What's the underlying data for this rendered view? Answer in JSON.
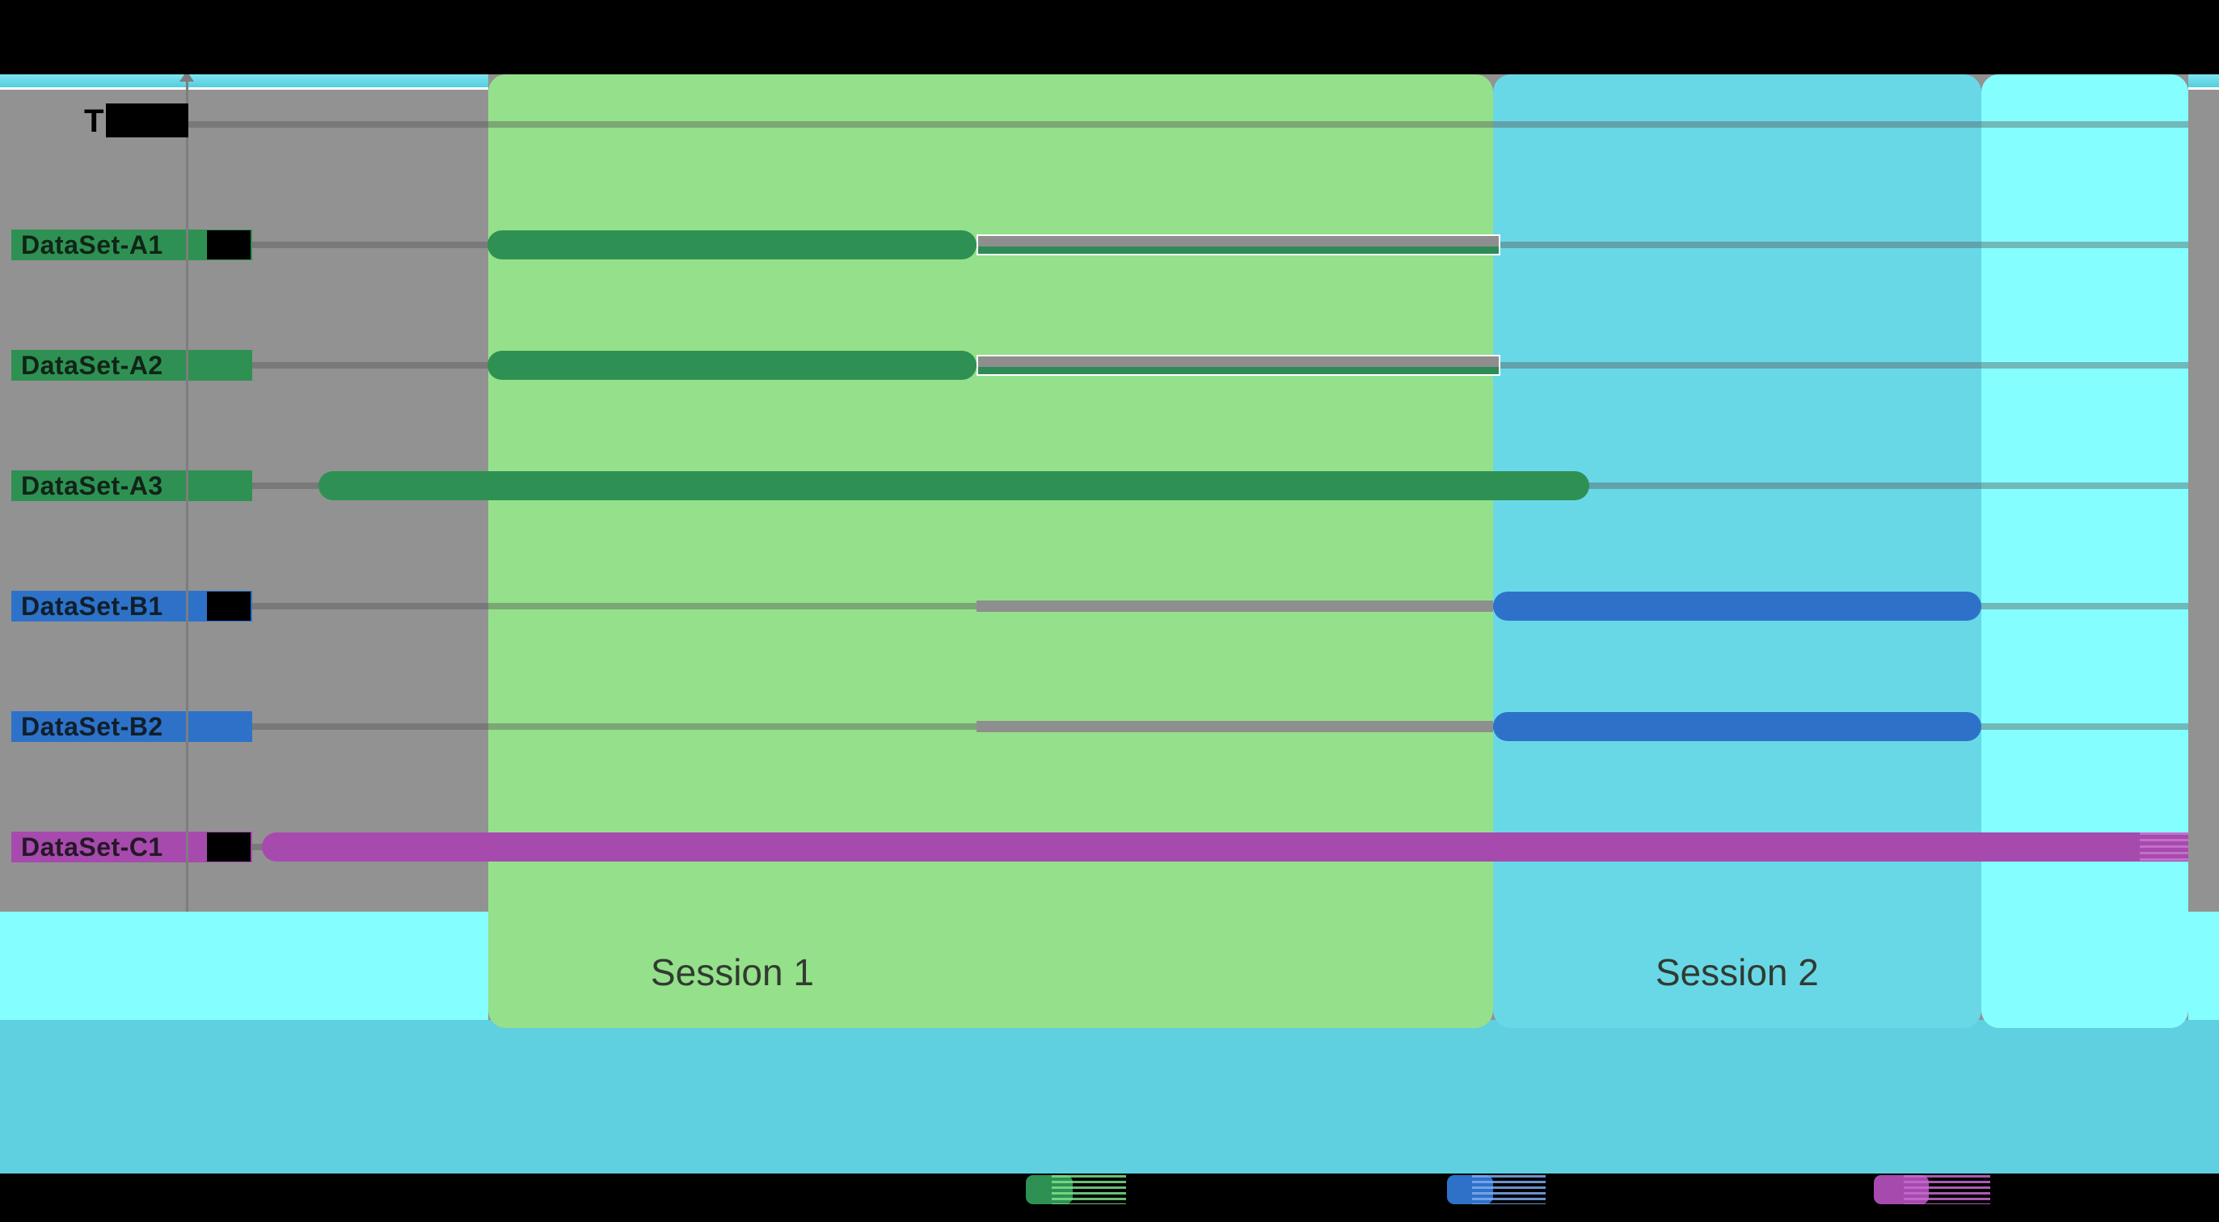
{
  "figure": {
    "title_visible_text": "T",
    "title_note": "axis/chart title mostly covered by black redaction box; only leading 'T' visible",
    "colors": {
      "background_gray": "#929292",
      "black_bar": "#000000",
      "top_strip_cyan": "#6adce8",
      "white_line": "#ffffff",
      "session1_band_green": "#95e08a",
      "session2_band_turquoise": "#68d8e7",
      "cyan_band": "#84feff",
      "bottom_band": "#5fd0e0",
      "bar_green": "#2e9153",
      "bar_blue": "#2d72c8",
      "bar_purple": "#a64aae",
      "trail_gray": "#8e8e8e",
      "gridline": "rgba(88,88,88,0.42)",
      "label_text": "rgba(10,14,10,0.82)",
      "session_label_text": "#313b31"
    }
  },
  "chart_data": {
    "type": "bar",
    "subtype": "horizontal gantt timeline",
    "title_visible": "T",
    "x_axis": {
      "label_visible": false,
      "ticks_visible": false,
      "range_pct": [
        0,
        100
      ]
    },
    "y_categories": [
      "(redacted header)",
      "DataSet-A1",
      "DataSet-A2",
      "DataSet-A3",
      "DataSet-B1",
      "DataSet-B2",
      "DataSet-C1"
    ],
    "grid": true,
    "legend_position": "bottom (labels redacted, swatches only: green, blue, purple)",
    "sessions": [
      {
        "name": "Session 1",
        "start_pct": 15.03,
        "end_pct": 65.25,
        "color_key": "session1_band_green",
        "label_center_pct": 27.23
      },
      {
        "name": "Session 2",
        "start_pct": 65.25,
        "end_pct": 89.66,
        "color_key": "session2_band_turquoise",
        "label_center_pct": 77.45
      },
      {
        "name": "",
        "start_pct": 89.66,
        "end_pct": 100,
        "color_key": "cyan_band",
        "label_center_pct": null
      }
    ],
    "tasks": [
      {
        "name": "DataSet-A1",
        "row": 1,
        "start_pct": 14.99,
        "end_pct": 39.43,
        "color_key": "bar_green",
        "tail_redacted": true,
        "clipped_right": false,
        "trail": {
          "start_pct": 39.43,
          "end_pct": 65.45,
          "style": "outlined"
        }
      },
      {
        "name": "DataSet-A2",
        "row": 2,
        "start_pct": 14.99,
        "end_pct": 39.43,
        "color_key": "bar_green",
        "tail_redacted": false,
        "clipped_right": false,
        "trail": {
          "start_pct": 39.43,
          "end_pct": 65.45,
          "style": "outlined"
        }
      },
      {
        "name": "DataSet-A3",
        "row": 3,
        "start_pct": 6.55,
        "end_pct": 70.06,
        "color_key": "bar_green",
        "tail_redacted": false,
        "clipped_right": false,
        "trail": null
      },
      {
        "name": "DataSet-B1",
        "row": 4,
        "start_pct": 65.25,
        "end_pct": 89.66,
        "color_key": "bar_blue",
        "tail_redacted": true,
        "clipped_right": false,
        "trail": {
          "start_pct": 39.43,
          "end_pct": 65.25,
          "style": "plain"
        }
      },
      {
        "name": "DataSet-B2",
        "row": 5,
        "start_pct": 65.25,
        "end_pct": 89.66,
        "color_key": "bar_blue",
        "tail_redacted": false,
        "clipped_right": false,
        "trail": {
          "start_pct": 39.43,
          "end_pct": 65.25,
          "style": "plain"
        }
      },
      {
        "name": "DataSet-C1",
        "row": 6,
        "start_pct": 3.72,
        "end_pct": 100.0,
        "color_key": "bar_purple",
        "tail_redacted": true,
        "clipped_right": true,
        "trail": null
      }
    ]
  },
  "legend": {
    "items": [
      {
        "label": "",
        "color_key": "bar_green",
        "stripe_color": "#7de08a"
      },
      {
        "label": "",
        "color_key": "bar_blue",
        "stripe_color": "#7fa9f0"
      },
      {
        "label": "",
        "color_key": "bar_purple",
        "stripe_color": "#c76bd0"
      }
    ],
    "note": "legend labels covered by black redaction bar"
  }
}
